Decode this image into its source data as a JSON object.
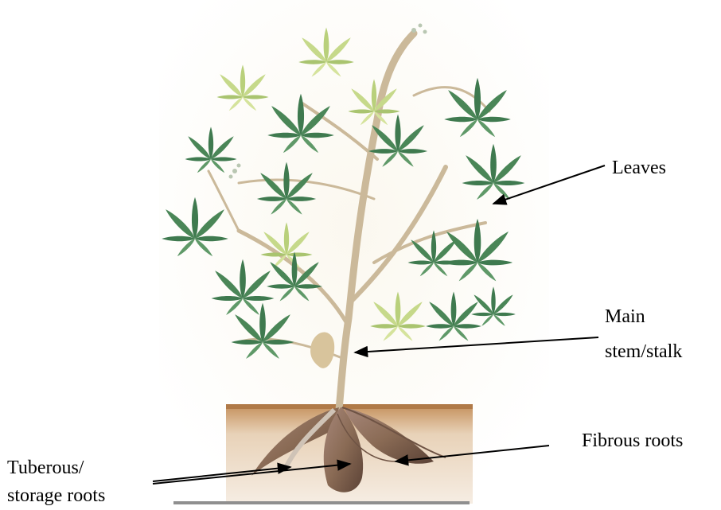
{
  "labels": {
    "leaves": "Leaves",
    "main_stem_line1": "Main",
    "main_stem_line2": "stem/stalk",
    "fibrous_roots": "Fibrous roots",
    "tuberous_line1": "Tuberous/",
    "tuberous_line2": "storage roots"
  },
  "colors": {
    "leaf_dark": "#3f7a4f",
    "leaf_mid": "#5f9968",
    "leaf_light": "#c6d98a",
    "stem": "#cbb99a",
    "soil": "#c48f5a",
    "root": "#8a6b55",
    "background_glow": "#fbf8ef"
  }
}
